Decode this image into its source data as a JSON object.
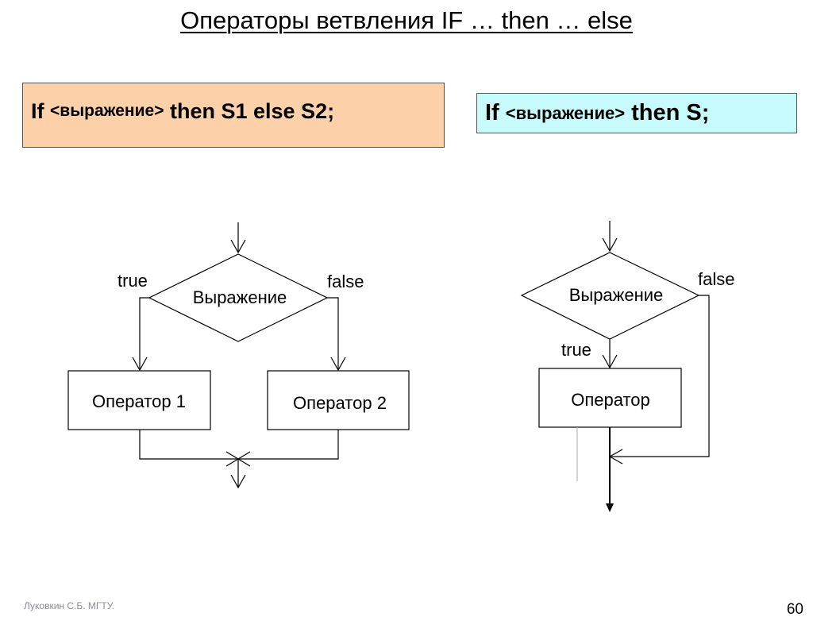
{
  "title": "Операторы ветвления IF … then … else",
  "syntax_full": {
    "keyword_if": "If",
    "expr": "<выражение>",
    "tail": "then S1  else S2;"
  },
  "syntax_short": {
    "keyword_if": "If",
    "expr": "<выражение>",
    "tail": "then S;"
  },
  "flowchart_full": {
    "condition": "Выражение",
    "true_label": "true",
    "false_label": "false",
    "statement_1": "Оператор 1",
    "statement_2": "Оператор 2"
  },
  "flowchart_short": {
    "condition": "Выражение",
    "true_label": "true",
    "false_label": "false",
    "statement": "Оператор"
  },
  "footer": {
    "author": "Луковкин С.Б. МГТУ.",
    "page_number": "60"
  }
}
